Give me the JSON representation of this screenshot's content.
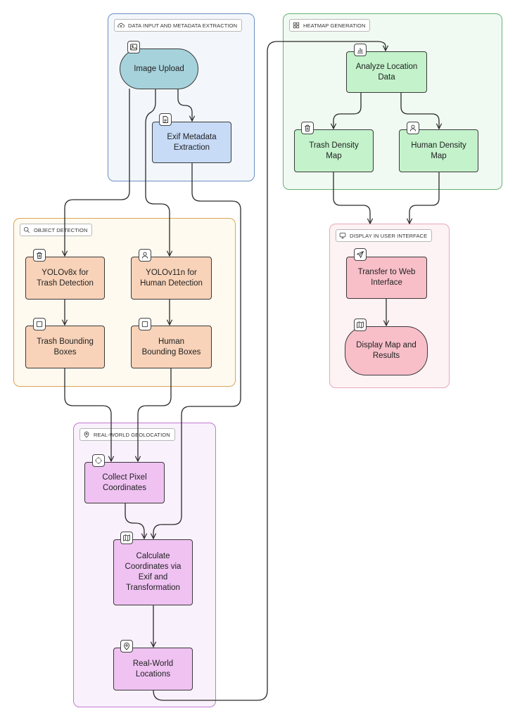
{
  "groups": {
    "data_input": {
      "label": "DATA INPUT AND METADATA EXTRACTION",
      "icon": "cloud-upload-icon",
      "color": "#6a8fc0"
    },
    "heatmap": {
      "label": "HEATMAP GENERATION",
      "icon": "grid-icon",
      "color": "#64b274"
    },
    "object_detection": {
      "label": "OBJECT DETECTION",
      "icon": "search-icon",
      "color": "#d8a554"
    },
    "display": {
      "label": "DISPLAY IN USER INTERFACE",
      "icon": "monitor-icon",
      "color": "#e8a8b8"
    },
    "geolocation": {
      "label": "REAL-WORLD GEOLOCATION",
      "icon": "map-pin-icon",
      "color": "#c07ad0"
    }
  },
  "nodes": {
    "image_upload": {
      "label": "Image Upload",
      "icon": "image-icon"
    },
    "exif_extraction": {
      "label": "Exif Metadata\nExtraction",
      "icon": "document-icon"
    },
    "analyze_location": {
      "label": "Analyze Location\nData",
      "icon": "bar-chart-icon"
    },
    "trash_density": {
      "label": "Trash Density\nMap",
      "icon": "trash-icon"
    },
    "human_density": {
      "label": "Human Density\nMap",
      "icon": "user-icon"
    },
    "yolo_trash": {
      "label": "YOLOv8x for\nTrash Detection",
      "icon": "trash-icon"
    },
    "yolo_human": {
      "label": "YOLOv11n for\nHuman Detection",
      "icon": "user-icon"
    },
    "trash_boxes": {
      "label": "Trash Bounding\nBoxes",
      "icon": "square-icon"
    },
    "human_boxes": {
      "label": "Human\nBounding Boxes",
      "icon": "square-icon"
    },
    "transfer_web": {
      "label": "Transfer to Web\nInterface",
      "icon": "send-icon"
    },
    "display_map": {
      "label": "Display Map and\nResults",
      "icon": "map-icon"
    },
    "collect_pixels": {
      "label": "Collect Pixel\nCoordinates",
      "icon": "crosshair-icon"
    },
    "calculate_coords": {
      "label": "Calculate\nCoordinates via\nExif and\nTransformation",
      "icon": "map-icon"
    },
    "realworld_locations": {
      "label": "Real-World\nLocations",
      "icon": "map-pin-icon"
    }
  },
  "colors": {
    "data_input_bg": "#f3f7fb",
    "heatmap_bg": "#f1faf2",
    "object_detection_bg": "#fffaf0",
    "display_bg": "#fdf2f4",
    "geolocation_bg": "#f9f1fb",
    "image_upload_fill": "#a6d2dc",
    "exif_fill": "#c7dbf7",
    "heatmap_node_fill": "#c3f2cb",
    "detection_node_fill": "#f8d3b9",
    "display_node_fill": "#f8bfc9",
    "geolocation_node_fill": "#efc2f2"
  }
}
